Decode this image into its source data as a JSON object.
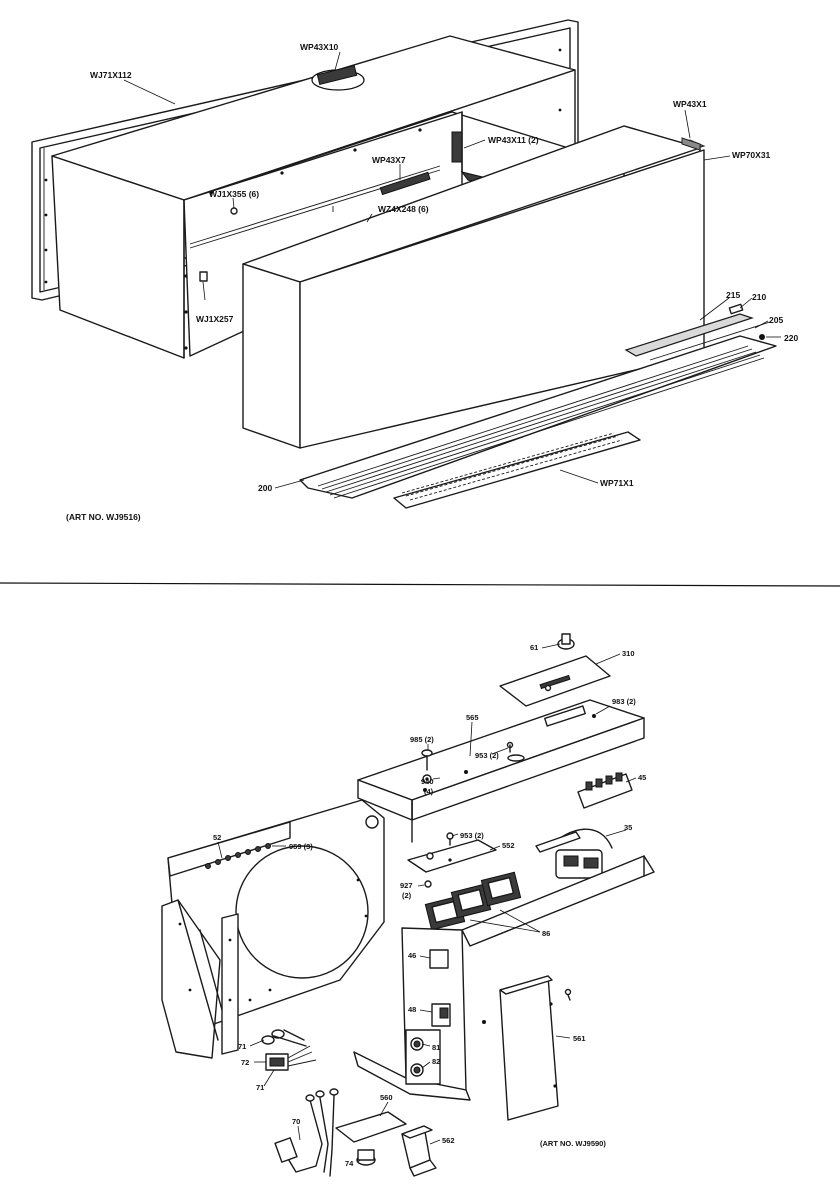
{
  "top_diagram": {
    "art_no": "(ART NO. WJ9516)",
    "parts": {
      "wj71x112": "WJ71X112",
      "wp43x10": "WP43X10",
      "wp43x1": "WP43X1",
      "wp43x11": "WP43X11 (2)",
      "wp70x31": "WP70X31",
      "wp43x7": "WP43X7",
      "wj1x355": "WJ1X355 (6)",
      "wz4x248": "WZ4X248 (6)",
      "wj1x257": "WJ1X257",
      "p215": "215",
      "p210": "210",
      "p205": "205",
      "p220": "220",
      "p200": "200",
      "wp71x1": "WP71X1"
    }
  },
  "bottom_diagram": {
    "art_no": "(ART NO. WJ9590)",
    "parts": {
      "p61": "61",
      "p310": "310",
      "p565": "565",
      "p983": "983 (2)",
      "p985": "985 (2)",
      "p953a": "953 (2)",
      "p940": "940",
      "p940q": "(4)",
      "p45": "45",
      "p953b": "953 (2)",
      "p552": "552",
      "p35": "35",
      "p52": "52",
      "p959": "959 (3)",
      "p927": "927",
      "p927q": "(2)",
      "p86": "86",
      "p46": "46",
      "p48": "48",
      "p561": "561",
      "p71a": "71",
      "p72": "72",
      "p71b": "71",
      "p81": "81",
      "p82": "82",
      "p560": "560",
      "p70": "70",
      "p74": "74",
      "p562": "562"
    }
  }
}
